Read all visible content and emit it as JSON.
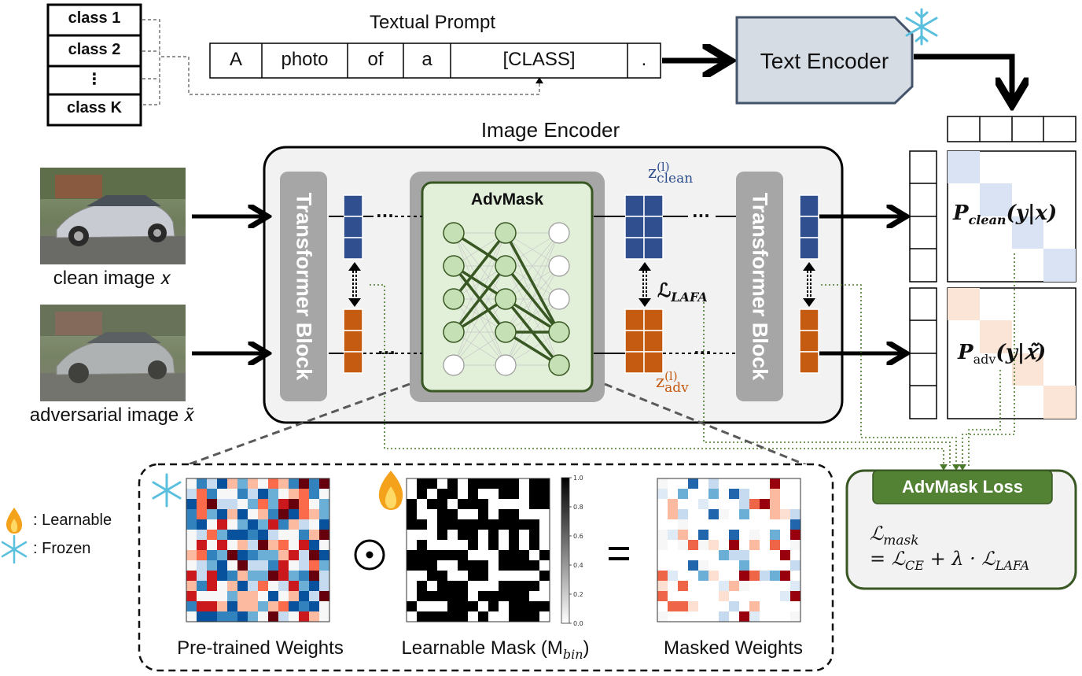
{
  "class_list": {
    "items": [
      "class 1",
      "class 2",
      "⋮",
      "class K"
    ]
  },
  "prompt": {
    "title": "Textual Prompt",
    "tokens": [
      "A",
      "photo",
      "of",
      "a",
      "[CLASS]",
      "."
    ]
  },
  "text_encoder": {
    "label": "Text Encoder"
  },
  "image_encoder": {
    "title": "Image Encoder",
    "block_left": "Transformer Block",
    "block_right": "Transformer Block",
    "advmask_label": "AdvMask",
    "z_clean": "z",
    "z_clean_sup": "(l)",
    "z_clean_sub": "clean",
    "z_adv": "z",
    "z_adv_sup": "(l)",
    "z_adv_sub": "adv",
    "lafa_label": "ℒ",
    "lafa_sub": "LAFA",
    "ellipsis": "···"
  },
  "inputs": {
    "clean_caption": "clean image 𝑥",
    "adv_caption": "adversarial image 𝑥̃"
  },
  "outputs": {
    "p_clean_main": "P",
    "p_clean_sub": "clean",
    "p_clean_rest": "(y|x)",
    "p_adv_main": "P",
    "p_adv_sub": "adv",
    "p_adv_rest": "(y|𝑥̃)"
  },
  "advmask_loss": {
    "title": "AdvMask Loss",
    "line1_main": "ℒ",
    "line1_sub": "mask",
    "line2_a": "= ℒ",
    "line2_a_sub": "CE",
    "line2_b": " + λ · ℒ",
    "line2_b_sub": "LAFA"
  },
  "legend": {
    "learnable": ": Learnable",
    "frozen": ": Frozen"
  },
  "mask_panel": {
    "pretrained_caption": "Pre-trained Weights",
    "mask_caption": "Learnable Mask (M",
    "mask_caption_sub": "bin",
    "mask_caption_end": ")",
    "masked_caption": "Masked Weights",
    "odot": "⊙",
    "equals": "=",
    "colorbar_ticks": [
      "1.0",
      "0.8",
      "0.6",
      "0.4",
      "0.2",
      "0.0"
    ]
  },
  "colors": {
    "clean_blue": "#2f4f8f",
    "adv_orange": "#c55a11",
    "advmask_green": "#548235",
    "advmask_fill": "#e2efd9",
    "text_encoder_fill": "#d6dce4",
    "gray_block": "#a6a6a6",
    "frozen_icon": "#5bc0de",
    "learnable_icon": "#f4a21c"
  }
}
